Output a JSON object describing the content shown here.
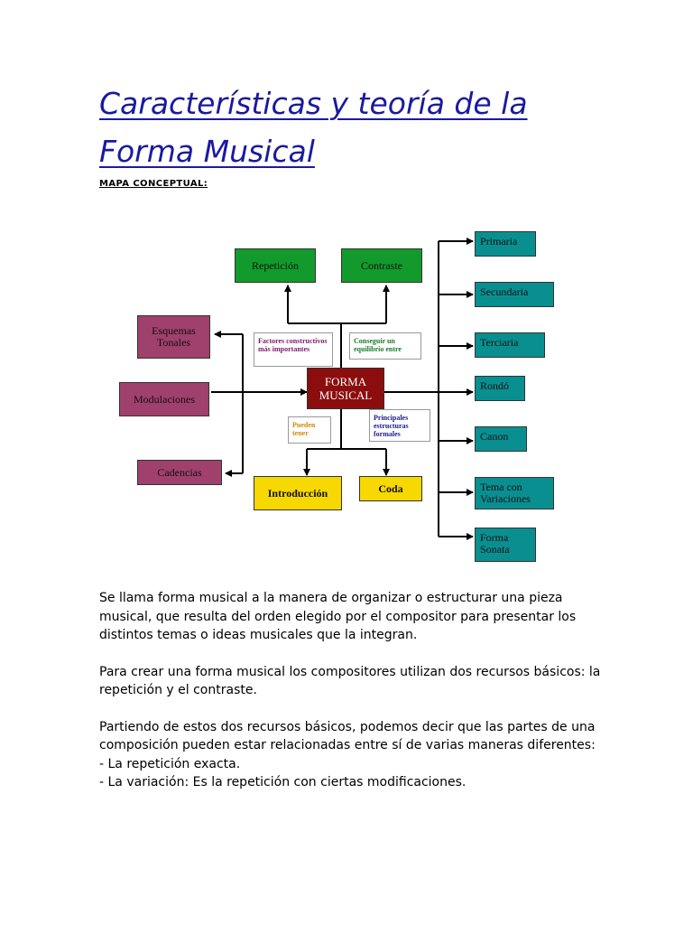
{
  "document": {
    "title_line1": "Características y teoría de la",
    "title_line2": "Forma Musical",
    "subheading": "MAPA CONCEPTUAL:"
  },
  "concept_map": {
    "center": "FORMA\nMUSICAL",
    "top": {
      "repeticion": "Repetición",
      "contraste": "Contraste"
    },
    "left": {
      "esquemas": "Esquemas\nTonales",
      "modulaciones": "Modulaciones",
      "cadencias": "Cadencias"
    },
    "bottom": {
      "introduccion": "Introducción",
      "coda": "Coda"
    },
    "right": [
      "Primaria",
      "Secundaria",
      "Terciaria",
      "Rondó",
      "Canon",
      "Tema con\nVariaciones",
      "Forma\nSonata"
    ],
    "notes": {
      "factores": "Factores constructivos más importantes",
      "conseguir": "Conseguir un equilibrio entre",
      "pueden": "Pueden tener",
      "principales": "Principales estructuras formales"
    },
    "colors": {
      "green": "#139a2c",
      "purple": "#a0406c",
      "teal": "#0a8f91",
      "yellow": "#f7d800",
      "red": "#8b0d0d",
      "note_purple": "#7a1a6a",
      "note_green": "#1a7a2a",
      "note_orange": "#d08a00",
      "note_blue": "#1a1a8a"
    }
  },
  "body_text": {
    "p1": "Se llama forma musical a la manera de organizar o estructurar una pieza musical, que resulta del orden elegido por el compositor para presentar los distintos temas o ideas musicales que la integran.",
    "p2": "Para crear una forma musical los compositores utilizan dos recursos básicos: la repetición y el contraste.",
    "p3": "Partiendo de estos dos recursos básicos, podemos decir que las partes de una composición pueden estar relacionadas entre sí de varias maneras diferentes:",
    "list": [
      "- La repetición exacta.",
      "- La variación: Es la repetición con ciertas modificaciones."
    ]
  }
}
